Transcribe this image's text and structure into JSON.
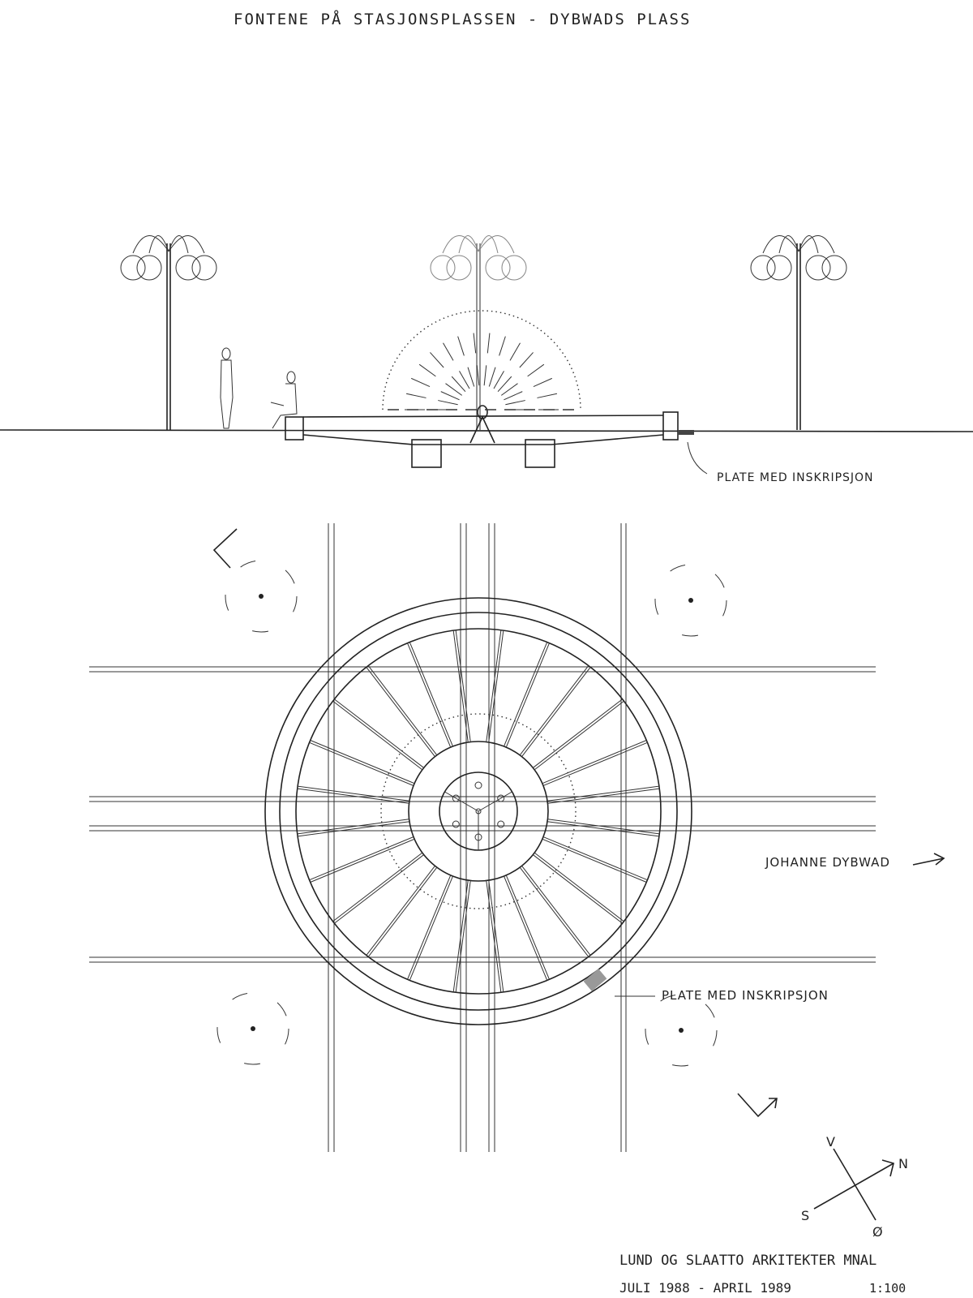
{
  "title": "FONTENE PÅ STASJONSPLASSEN - DYBWADS PLASS",
  "elevation": {
    "label_plate": "PLATE MED INSKRIPSJON"
  },
  "plan": {
    "label_plate": "PLATE MED INSKRIPSJON",
    "label_street": "JOHANNE DYBWAD"
  },
  "compass": {
    "north": "N",
    "south": "S",
    "west": "V",
    "east": "Ø"
  },
  "titleblock": {
    "firm": "LUND OG SLAATTO ARKITEKTER MNAL",
    "dates": "JULI 1988 - APRIL 1989",
    "scale": "1:100"
  }
}
